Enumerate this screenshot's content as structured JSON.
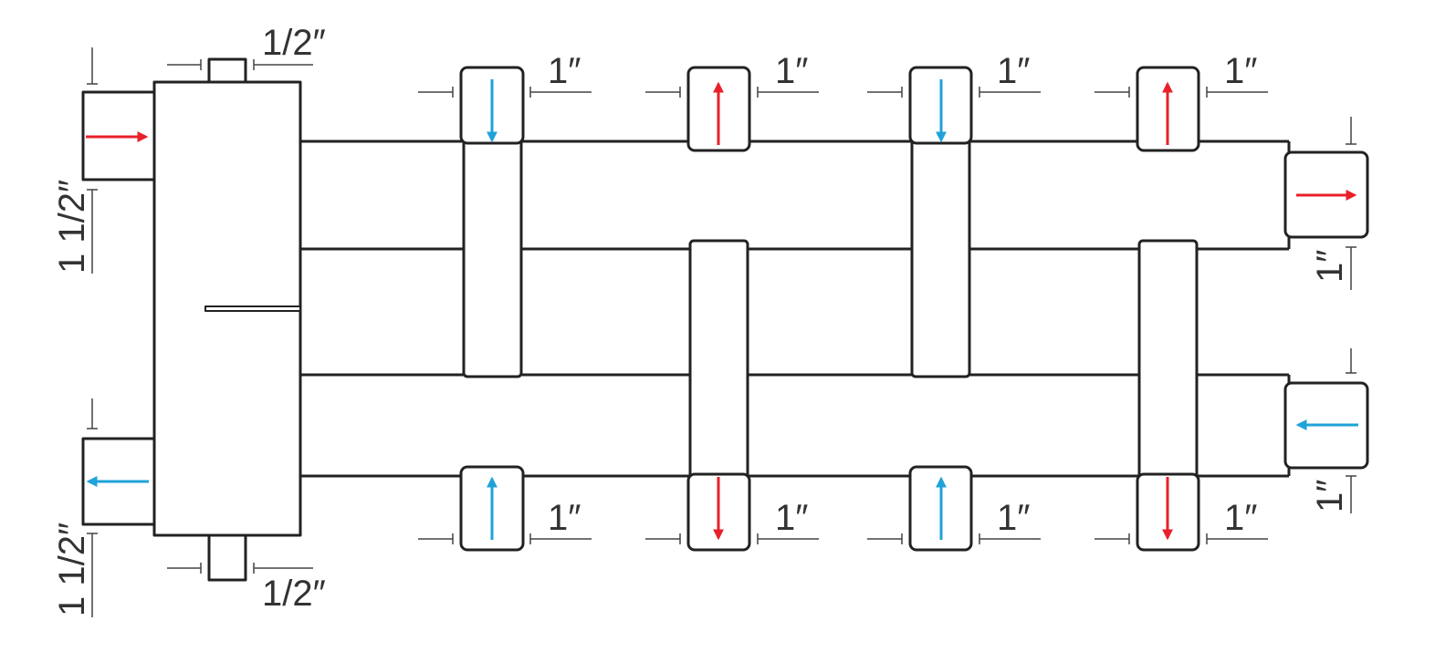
{
  "colors": {
    "supply": "#e8202a",
    "return": "#1fa2d9",
    "outline": "#222222",
    "dimension": "#444444"
  },
  "labels": {
    "main_inlet": "1 1/2″",
    "main_outlet": "1 1/2″",
    "top_port": "1/2″",
    "bottom_port": "1/2″",
    "circuit_1_top": "1″",
    "circuit_2_top": "1″",
    "circuit_3_top": "1″",
    "circuit_4_top": "1″",
    "circuit_1_bottom": "1″",
    "circuit_2_bottom": "1″",
    "circuit_3_bottom": "1″",
    "circuit_4_bottom": "1″",
    "end_supply": "1″",
    "end_return": "1″"
  },
  "flows": {
    "main_inlet": "supply",
    "main_outlet": "return",
    "circuit_1_top": "return",
    "circuit_2_top": "supply",
    "circuit_3_top": "return",
    "circuit_4_top": "supply",
    "circuit_1_bottom": "return",
    "circuit_2_bottom": "supply",
    "circuit_3_bottom": "return",
    "circuit_4_bottom": "supply",
    "end_supply": "supply",
    "end_return": "return"
  }
}
